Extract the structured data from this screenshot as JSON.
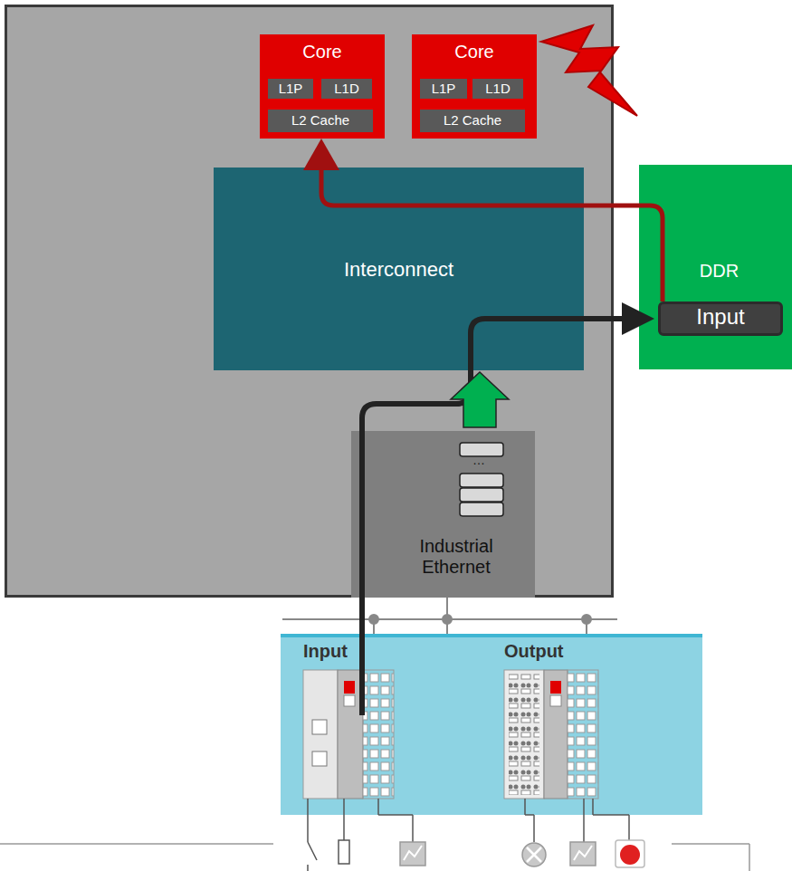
{
  "diagram": {
    "nodes": [
      {
        "text": [
          "Core"
        ]
      },
      {
        "text": [
          "L1P"
        ],
        "in": 0
      },
      {
        "text": [
          "L1D"
        ],
        "in": 0
      },
      {
        "text": [
          "L2 Cache"
        ],
        "in": 0
      },
      {
        "text": [
          "Core"
        ]
      },
      {
        "text": [
          "L1P"
        ],
        "in": 4
      },
      {
        "text": [
          "L1D"
        ],
        "in": 4
      },
      {
        "text": [
          "L2 Cache"
        ],
        "in": 4
      },
      {
        "text": [
          "Interconnect"
        ]
      },
      {
        "text": [
          "DDR"
        ]
      },
      {
        "text": [
          "Input"
        ],
        "in": 9
      },
      {
        "text": [
          "Industrial Ethernet"
        ]
      },
      {
        "text": [
          "Input",
          "Output"
        ]
      }
    ],
    "edges": [
      {
        "from": 10,
        "to": 0,
        "arrow": "to"
      },
      {
        "from": 12,
        "to": 10,
        "arrow": "to"
      },
      {
        "from": 11,
        "to": 8,
        "arrow": "to"
      }
    ],
    "labels": [
      "…"
    ]
  }
}
